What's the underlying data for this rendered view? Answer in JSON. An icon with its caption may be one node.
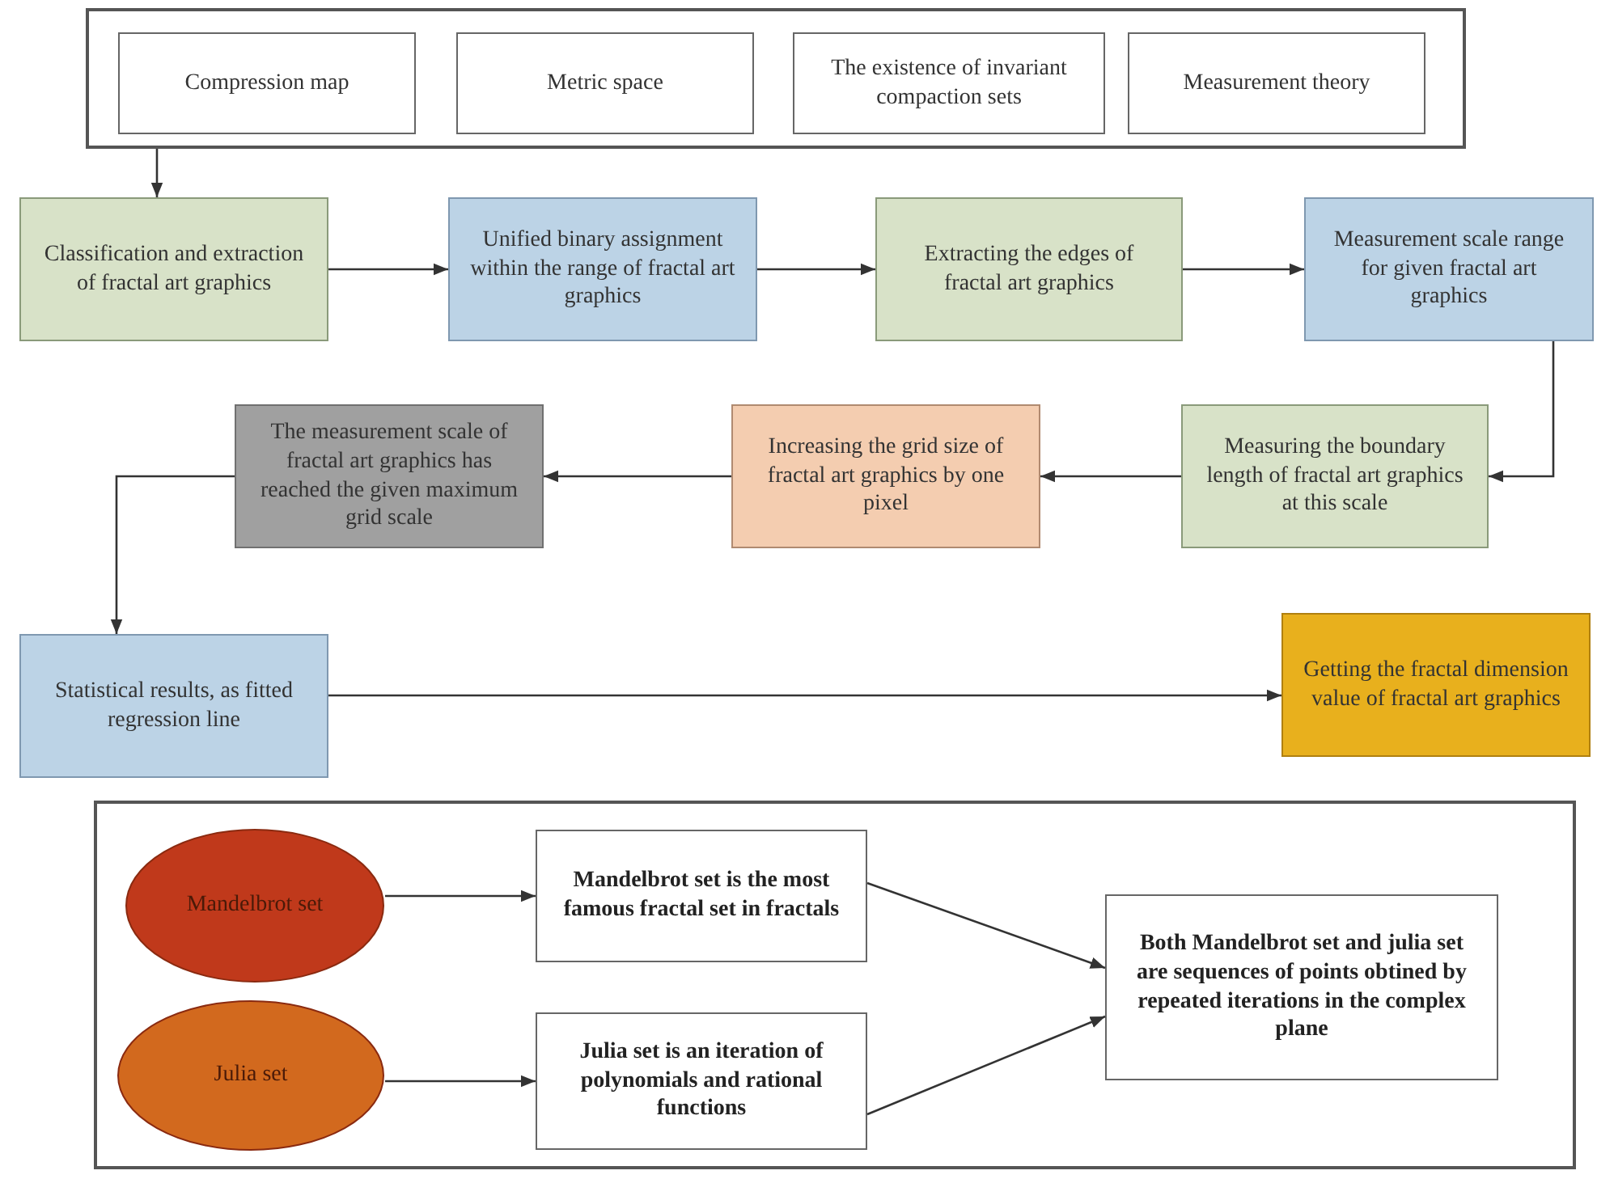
{
  "diagram": {
    "nodes": [
      {
        "text": [],
        "shape": "box"
      },
      {
        "text": [
          "Compression map"
        ],
        "in": 0
      },
      {
        "text": [
          "Metric space"
        ],
        "in": 0
      },
      {
        "text": [
          "The existence of invariant compaction sets"
        ],
        "in": 0
      },
      {
        "text": [
          "Measurement theory"
        ],
        "in": 0
      },
      {
        "text": [
          "Classification and extraction of fractal art graphics"
        ]
      },
      {
        "text": [
          "Unified binary assignment within the range of fractal art graphics"
        ]
      },
      {
        "text": [
          "Extracting the edges of fractal art graphics"
        ]
      },
      {
        "text": [
          "Measurement scale range for given fractal art graphics"
        ]
      },
      {
        "text": [
          "Measuring the boundary length of fractal art graphics at this scale"
        ]
      },
      {
        "text": [
          "Increasing the grid size of fractal art graphics by one pixel"
        ]
      },
      {
        "text": [
          "The measurement scale of fractal art graphics has reached the given maximum grid scale"
        ]
      },
      {
        "text": [
          "Statistical results, as fitted regression line"
        ]
      },
      {
        "text": [
          "Getting the fractal dimension value of fractal art graphics"
        ]
      },
      {
        "text": [],
        "shape": "box"
      },
      {
        "text": [
          "Mandelbrot set"
        ],
        "in": 14
      },
      {
        "text": [
          "Julia set"
        ],
        "in": 14
      },
      {
        "text": [
          "Mandelbrot set is the most famous fractal set in fractals"
        ],
        "in": 14
      },
      {
        "text": [
          "Julia set is an iteration of polynomials and rational functions"
        ],
        "in": 14
      },
      {
        "text": [
          "Both Mandelbrot set and julia set are sequences of points obtined by repeated iterations in the complex plane"
        ],
        "in": 14
      }
    ],
    "edges": [
      {
        "from": 0,
        "to": 5,
        "arrow": "to"
      },
      {
        "from": 5,
        "to": 6,
        "arrow": "to"
      },
      {
        "from": 6,
        "to": 7,
        "arrow": "to"
      },
      {
        "from": 7,
        "to": 8,
        "arrow": "to"
      },
      {
        "from": 8,
        "to": 9,
        "arrow": "to"
      },
      {
        "from": 9,
        "to": 10,
        "arrow": "to"
      },
      {
        "from": 10,
        "to": 11,
        "arrow": "to"
      },
      {
        "from": 11,
        "to": 12,
        "arrow": "to"
      },
      {
        "from": 12,
        "to": 13,
        "arrow": "to"
      },
      {
        "from": 15,
        "to": 17,
        "arrow": "to"
      },
      {
        "from": 16,
        "to": 18,
        "arrow": "to"
      },
      {
        "from": 17,
        "to": 19,
        "arrow": "to"
      },
      {
        "from": 18,
        "to": 19,
        "arrow": "to"
      }
    ]
  }
}
